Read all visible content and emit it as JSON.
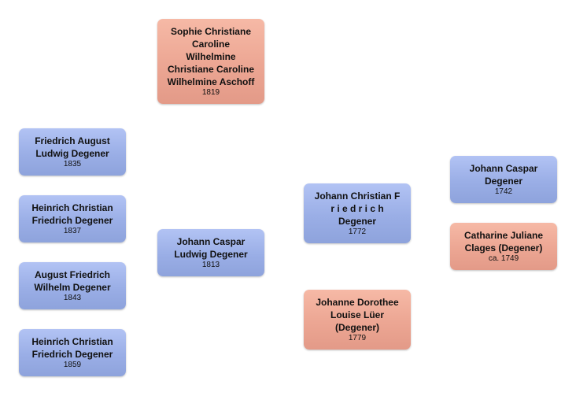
{
  "people": {
    "sophie": {
      "name": "Sophie Christiane\nCaroline\nWilhelmine\nChristiane Caroline\nWilhelmine Aschoff",
      "year": "1819",
      "sex": "female"
    },
    "friedrich_august": {
      "name": "Friedrich August\nLudwig Degener",
      "year": "1835",
      "sex": "male"
    },
    "heinrich_1837": {
      "name": "Heinrich Christian\nFriedrich Degener",
      "year": "1837",
      "sex": "male"
    },
    "august_friedrich": {
      "name": "August Friedrich\nWilhelm Degener",
      "year": "1843",
      "sex": "male"
    },
    "heinrich_1859": {
      "name": "Heinrich Christian\nFriedrich Degener",
      "year": "1859",
      "sex": "male"
    },
    "johann_caspar_ludwig": {
      "name": "Johann Caspar\nLudwig Degener",
      "year": "1813",
      "sex": "male"
    },
    "johann_christian": {
      "name": "Johann Christian F\nr i e d r i c h\nDegener",
      "year": "1772",
      "sex": "male"
    },
    "johanne_dorothee": {
      "name": "Johanne Dorothee\nLouise Lüer\n(Degener)",
      "year": "1779",
      "sex": "female"
    },
    "johann_caspar": {
      "name": "Johann Caspar\nDegener",
      "year": "1742",
      "sex": "male"
    },
    "catharine": {
      "name": "Catharine Juliane\nClages (Degener)",
      "year": "ca. 1749",
      "sex": "female"
    }
  },
  "colors": {
    "male": "#9aaee6",
    "female": "#eca693"
  }
}
